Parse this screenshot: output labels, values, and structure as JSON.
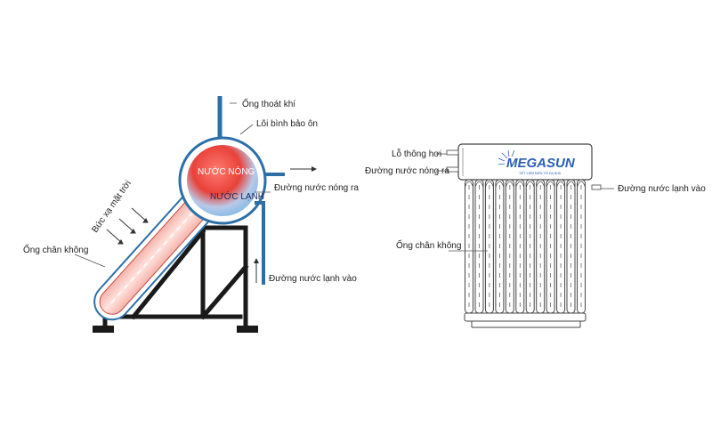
{
  "colors": {
    "hot": "#e8423a",
    "cold": "#6fb3e6",
    "pipe": "#2c6fa8",
    "frame": "#1a1a1a",
    "leader": "#555555",
    "brand": "#2a5fb4"
  },
  "left_diagram": {
    "labels": {
      "vent_pipe": "Ống thoát khí",
      "insulated_tank_core": "Lõi bình bảo ôn",
      "hot_water": "NƯỚC NÓNG",
      "cold_water": "NƯỚC LẠNH",
      "hot_water_out": "Đường nước nóng ra",
      "solar_radiation": "Bức xạ mặt trời",
      "vacuum_tube": "Ống chân không",
      "cold_water_in": "Đường nước lạnh vào"
    }
  },
  "right_diagram": {
    "labels": {
      "vent_hole": "Lỗ thông hơi",
      "hot_water_out": "Đường nước nóng ra",
      "cold_water_in": "Đường nước lạnh vào",
      "vacuum_tube": "Ống chân không"
    },
    "brand": {
      "name": "MEGASUN",
      "tagline": "TIẾT KIỆM ĐIỆN TỐI ĐA NHÀ"
    },
    "tube_count": 12
  }
}
